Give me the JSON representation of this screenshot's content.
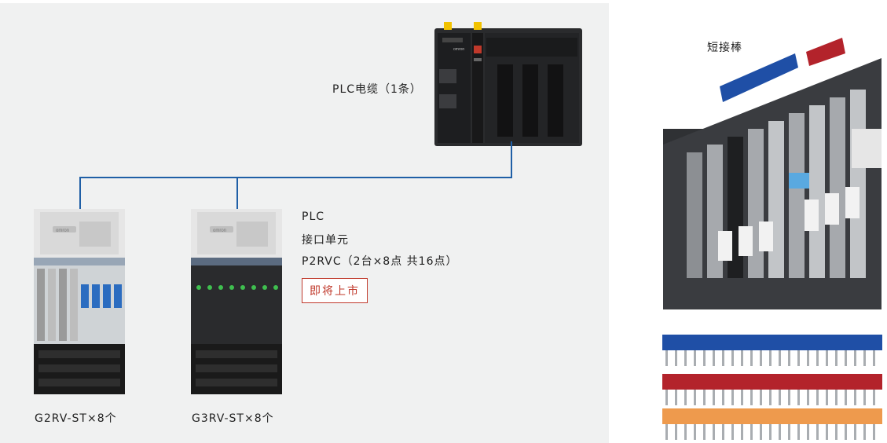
{
  "labels": {
    "plc_cable": "PLC电缆（1条）",
    "plc_line1": "PLC",
    "plc_line2": "接口单元",
    "plc_line3": "P2RVC（2台×8点  共16点）",
    "badge": "即将上市",
    "unit_left": "G2RV-ST×8个",
    "unit_right": "G3RV-ST×8个",
    "short_bar": "短接棒"
  },
  "brand": "omron",
  "colors": {
    "panel_bg": "#f0f1f1",
    "cable": "#1f5fa6",
    "badge": "#c0392b",
    "bar_blue": "#1f4fa6",
    "bar_red": "#b3232b",
    "bar_orange": "#ee9a4d"
  }
}
